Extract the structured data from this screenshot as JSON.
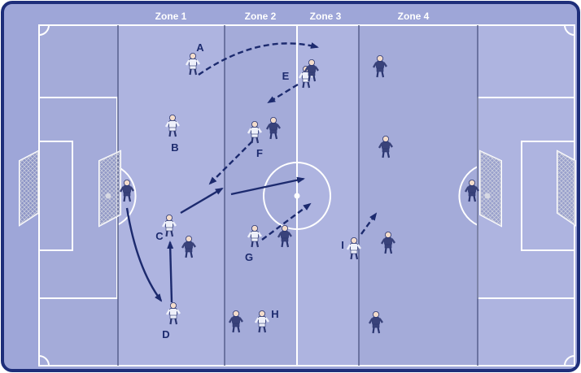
{
  "zones": [
    {
      "id": "zone-1",
      "label": "Zone 1"
    },
    {
      "id": "zone-2",
      "label": "Zone 2"
    },
    {
      "id": "zone-3",
      "label": "Zone 3"
    },
    {
      "id": "zone-4",
      "label": "Zone 4"
    }
  ],
  "attackers": [
    {
      "id": "A",
      "label": "A"
    },
    {
      "id": "B",
      "label": "B"
    },
    {
      "id": "C",
      "label": "C"
    },
    {
      "id": "D",
      "label": "D"
    },
    {
      "id": "E",
      "label": "E"
    },
    {
      "id": "F",
      "label": "F"
    },
    {
      "id": "G",
      "label": "G"
    },
    {
      "id": "H",
      "label": "H"
    },
    {
      "id": "I",
      "label": "I"
    }
  ],
  "colors": {
    "frame_bg": "#9ea6d8",
    "pitch": "#aeb4e0",
    "pitch_lines": "#ffffff",
    "zone_lines": "#5c6491",
    "border": "#1e2e7a",
    "arrow": "#1c2a6e",
    "attacker_kit": "#eef0fa",
    "defender_kit": "#39427a"
  }
}
